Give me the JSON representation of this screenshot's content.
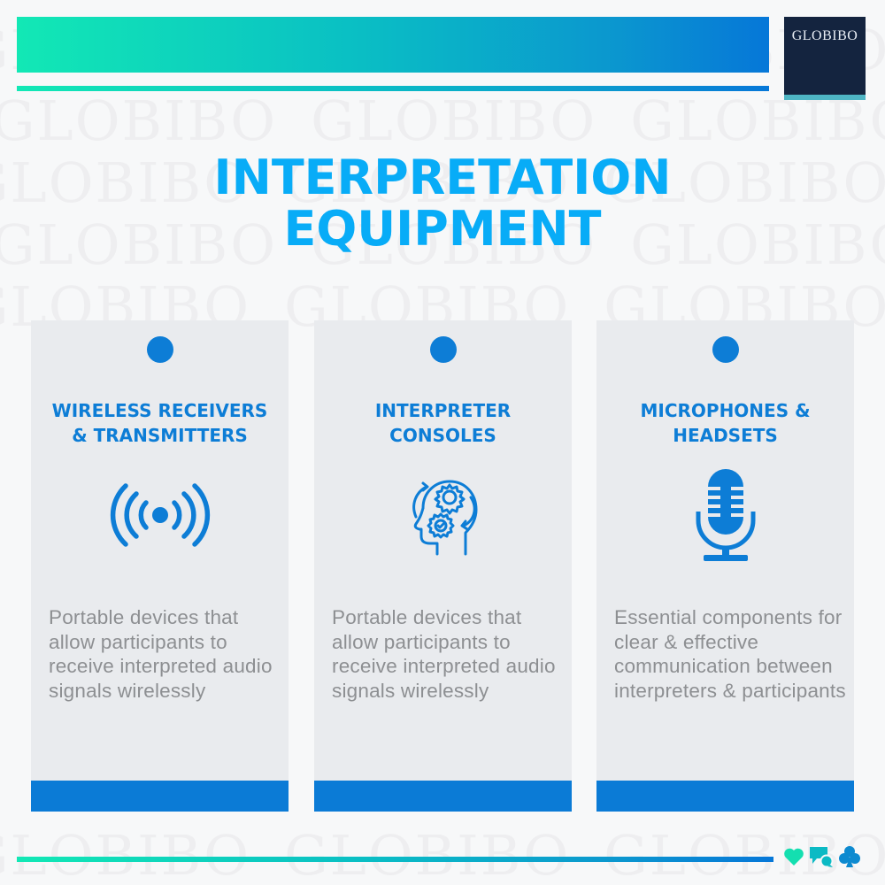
{
  "brand": {
    "logo_text": "GLOBIBO",
    "watermark_text": "GLOBIBO"
  },
  "title": {
    "line1": "INTERPRETATION",
    "line2": "EQUIPMENT"
  },
  "cards": [
    {
      "heading_line1": "WIRELESS RECEIVERS",
      "heading_line2": "& TRANSMITTERS",
      "icon": "wireless-signal-icon",
      "description": "Portable devices that allow participants to receive interpreted audio signals wirelessly"
    },
    {
      "heading_line1": "INTERPRETER",
      "heading_line2": "CONSOLES",
      "icon": "head-gears-icon",
      "description": "Portable devices that allow participants to receive interpreted audio signals wirelessly"
    },
    {
      "heading_line1": "MICROPHONES &",
      "heading_line2": "HEADSETS",
      "icon": "microphone-icon",
      "description": "Essential components for clear & effective communication between interpreters & participants"
    }
  ],
  "footer": {
    "icons": [
      "heart-icon",
      "chat-bubbles-icon",
      "club-icon"
    ]
  },
  "colors": {
    "title": "#08acf7",
    "accent_blue": "#0d7dd6",
    "gradient_start": "#12e8b5",
    "gradient_end": "#0677d8",
    "logo_bg": "#14243f",
    "card_bg": "#e9ebee",
    "desc_text": "#8d8f92"
  }
}
